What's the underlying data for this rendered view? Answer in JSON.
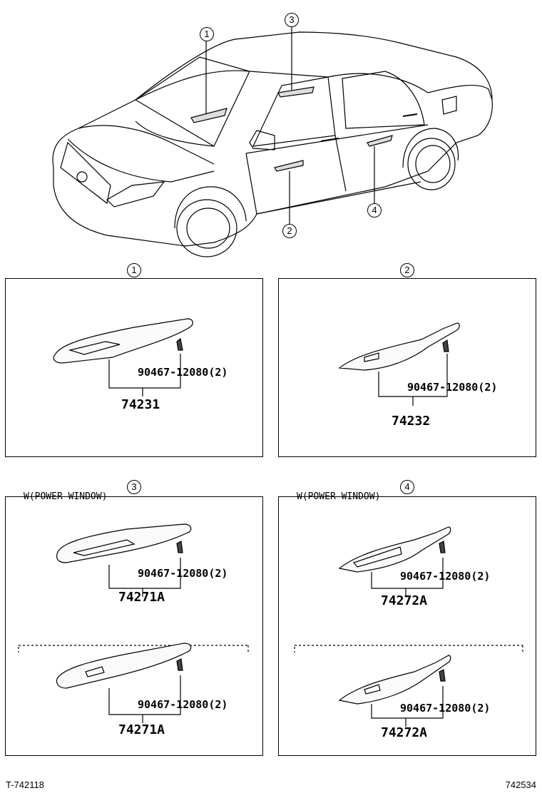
{
  "callouts": [
    "1",
    "2",
    "3",
    "4"
  ],
  "panel1": {
    "callout": "1",
    "bolt": "90467-12080(2)",
    "part": "74231"
  },
  "panel2": {
    "callout": "2",
    "bolt": "90467-12080(2)",
    "part": "74232"
  },
  "panel3": {
    "callout": "3",
    "bolt_a": "90467-12080(2)",
    "part_a": "74271A",
    "note": "W(POWER WINDOW)",
    "bolt_b": "90467-12080(2)",
    "part_b": "74271A"
  },
  "panel4": {
    "callout": "4",
    "bolt_a": "90467-12080(2)",
    "part_a": "74272A",
    "note": "W(POWER WINDOW)",
    "bolt_b": "90467-12080(2)",
    "part_b": "74272A"
  },
  "footer": {
    "left": "T-742118",
    "right": "742534"
  }
}
